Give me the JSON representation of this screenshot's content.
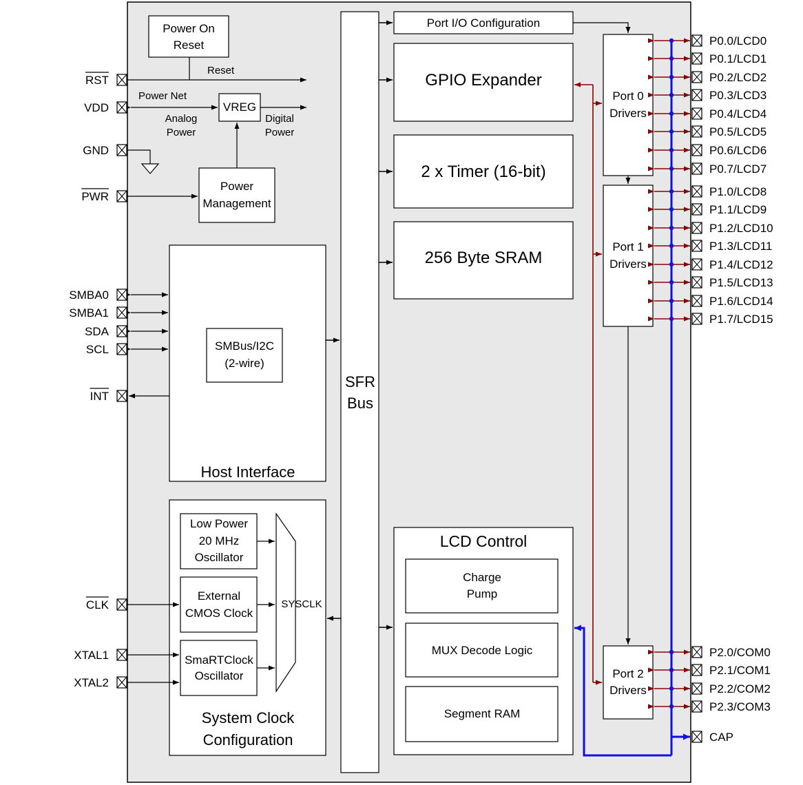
{
  "pins_left": {
    "rst": "RST",
    "vdd": "VDD",
    "gnd": "GND",
    "pwr": "PWR",
    "smba0": "SMBA0",
    "smba1": "SMBA1",
    "sda": "SDA",
    "scl": "SCL",
    "int": "INT",
    "clk": "CLK",
    "xtal1": "XTAL1",
    "xtal2": "XTAL2"
  },
  "pins_right": {
    "p0": [
      "P0.0/LCD0",
      "P0.1/LCD1",
      "P0.2/LCD2",
      "P0.3/LCD3",
      "P0.4/LCD4",
      "P0.5/LCD5",
      "P0.6/LCD6",
      "P0.7/LCD7"
    ],
    "p1": [
      "P1.0/LCD8",
      "P1.1/LCD9",
      "P1.2/LCD10",
      "P1.3/LCD11",
      "P1.4/LCD12",
      "P1.5/LCD13",
      "P1.6/LCD14",
      "P1.7/LCD15"
    ],
    "p2": [
      "P2.0/COM0",
      "P2.1/COM1",
      "P2.2/COM2",
      "P2.3/COM3"
    ],
    "cap": "CAP"
  },
  "blocks": {
    "power_on_reset": [
      "Power On",
      "Reset"
    ],
    "vreg": "VREG",
    "power_management": [
      "Power",
      "Management"
    ],
    "host_interface": "Host Interface",
    "smbus": [
      "SMBus/I2C",
      "(2-wire)"
    ],
    "sfr_bus": [
      "SFR",
      "Bus"
    ],
    "port_io_config": "Port I/O Configuration",
    "gpio_expander": "GPIO Expander",
    "timer": "2 x Timer (16-bit)",
    "sram": "256 Byte SRAM",
    "port0": [
      "Port 0",
      "Drivers"
    ],
    "port1": [
      "Port 1",
      "Drivers"
    ],
    "port2": [
      "Port 2",
      "Drivers"
    ],
    "lcd_control": "LCD Control",
    "charge_pump": [
      "Charge",
      "Pump"
    ],
    "mux_decode": "MUX Decode Logic",
    "segment_ram": "Segment RAM",
    "low_power_osc": [
      "Low Power",
      "20 MHz",
      "Oscillator"
    ],
    "ext_cmos_clock": [
      "External",
      "CMOS Clock"
    ],
    "smartclock": [
      "SmaRTClock",
      "Oscillator"
    ],
    "sysclk": "SYSCLK",
    "system_clock_config": [
      "System Clock",
      "Configuration"
    ]
  },
  "signals": {
    "reset": "Reset",
    "power_net": "Power Net",
    "analog_power": [
      "Analog",
      "Power"
    ],
    "digital_power": [
      "Digital",
      "Power"
    ]
  },
  "colors": {
    "chip_fill": "#e8e8e8",
    "port_bus": "#8b0000",
    "analog_bus": "#1010e0"
  }
}
